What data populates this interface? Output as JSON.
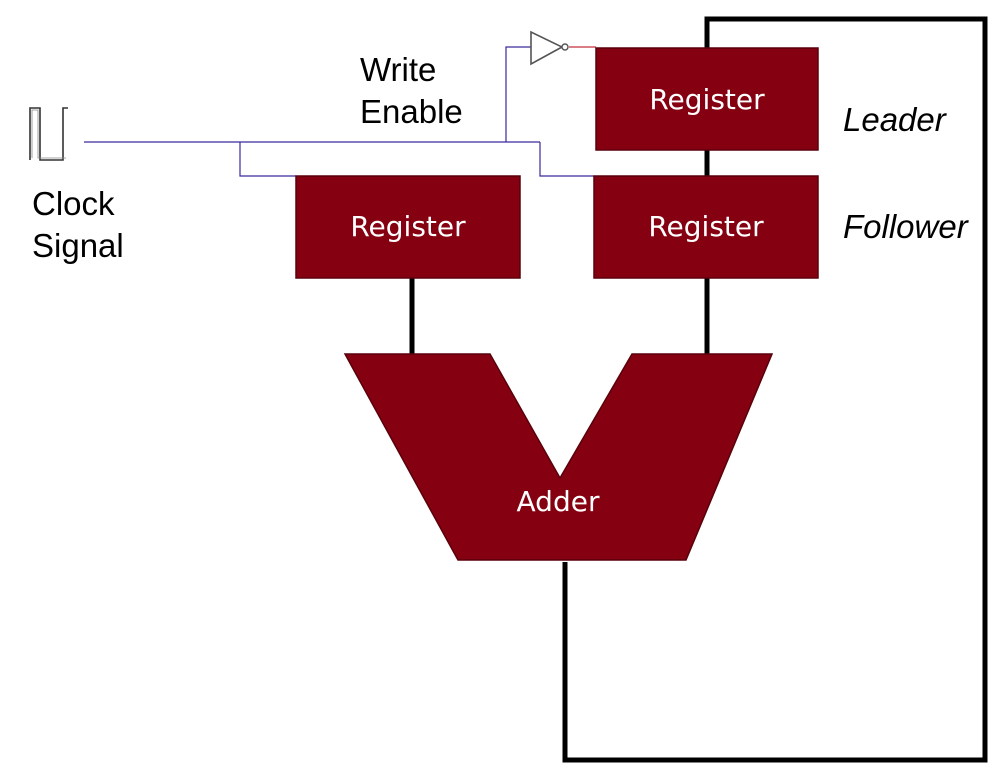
{
  "colors": {
    "component_fill": "#850010",
    "component_stroke": "#5a000b",
    "control_wire": "#3a2a9c",
    "data_wire": "#000000",
    "inverter_output": "#c0303a"
  },
  "labels": {
    "write_enable": [
      "Write",
      "Enable"
    ],
    "clock_signal": [
      "Clock",
      "Signal"
    ],
    "leader": "Leader",
    "follower": "Follower"
  },
  "components": {
    "register_left": "Register",
    "register_leader": "Register",
    "register_follower": "Register",
    "adder": "Adder"
  },
  "icons": {
    "clock": "clock-waveform-icon",
    "inverter": "inverter-gate-icon"
  }
}
